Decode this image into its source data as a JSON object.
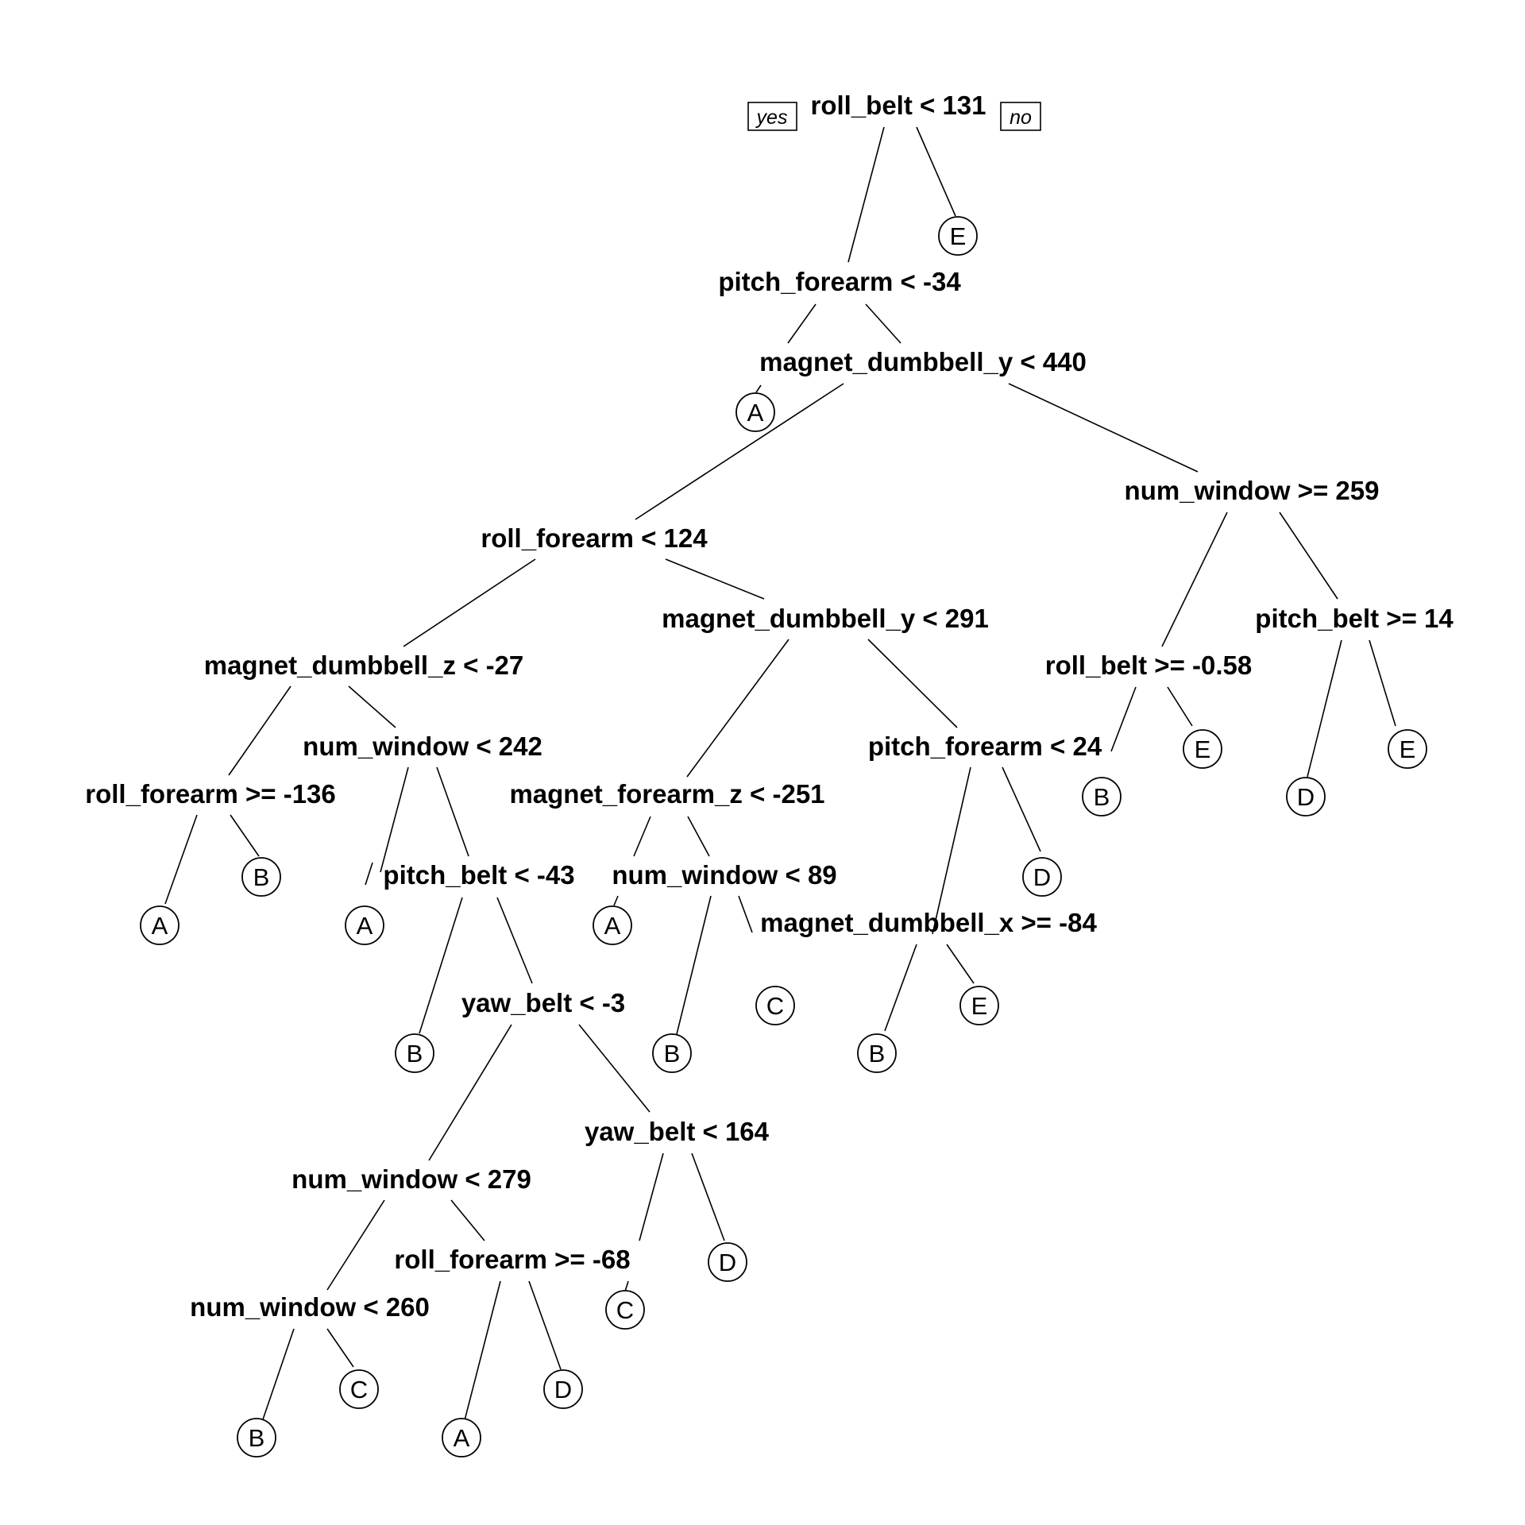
{
  "tree": {
    "yes_label": "yes",
    "no_label": "no",
    "splits": [
      {
        "id": "s1",
        "label": "roll_belt < 131"
      },
      {
        "id": "s2",
        "label": "pitch_forearm < -34"
      },
      {
        "id": "s3",
        "label": "magnet_dumbbell_y < 440"
      },
      {
        "id": "s4",
        "label": "num_window >= 259"
      },
      {
        "id": "s5",
        "label": "roll_forearm < 124"
      },
      {
        "id": "s6",
        "label": "magnet_dumbbell_y < 291"
      },
      {
        "id": "s7",
        "label": "pitch_belt >= 14"
      },
      {
        "id": "s8",
        "label": "magnet_dumbbell_z < -27"
      },
      {
        "id": "s9",
        "label": "roll_belt >= -0.58"
      },
      {
        "id": "s10",
        "label": "num_window < 242"
      },
      {
        "id": "s11",
        "label": "pitch_forearm < 24"
      },
      {
        "id": "s12",
        "label": "roll_forearm >= -136"
      },
      {
        "id": "s13",
        "label": "magnet_forearm_z < -251"
      },
      {
        "id": "s14",
        "label": "pitch_belt < -43"
      },
      {
        "id": "s15",
        "label": "num_window < 89"
      },
      {
        "id": "s16",
        "label": "magnet_dumbbell_x >= -84"
      },
      {
        "id": "s17",
        "label": "yaw_belt < -3"
      },
      {
        "id": "s18",
        "label": "yaw_belt < 164"
      },
      {
        "id": "s19",
        "label": "num_window < 279"
      },
      {
        "id": "s20",
        "label": "roll_forearm >= -68"
      },
      {
        "id": "s21",
        "label": "num_window < 260"
      }
    ],
    "leaves": [
      {
        "id": "l1",
        "label": "E"
      },
      {
        "id": "l2",
        "label": "A"
      },
      {
        "id": "l3",
        "label": "B"
      },
      {
        "id": "l4",
        "label": "E"
      },
      {
        "id": "l5",
        "label": "D"
      },
      {
        "id": "l6",
        "label": "E"
      },
      {
        "id": "l7",
        "label": "B"
      },
      {
        "id": "l8",
        "label": "A"
      },
      {
        "id": "l9",
        "label": "A"
      },
      {
        "id": "l10",
        "label": "D"
      },
      {
        "id": "l11",
        "label": "A"
      },
      {
        "id": "l12",
        "label": "C"
      },
      {
        "id": "l13",
        "label": "E"
      },
      {
        "id": "l14",
        "label": "B"
      },
      {
        "id": "l15",
        "label": "B"
      },
      {
        "id": "l16",
        "label": "B"
      },
      {
        "id": "l17",
        "label": "D"
      },
      {
        "id": "l18",
        "label": "C"
      },
      {
        "id": "l19",
        "label": "C"
      },
      {
        "id": "l20",
        "label": "D"
      },
      {
        "id": "l21",
        "label": "B"
      },
      {
        "id": "l22",
        "label": "A"
      }
    ]
  }
}
